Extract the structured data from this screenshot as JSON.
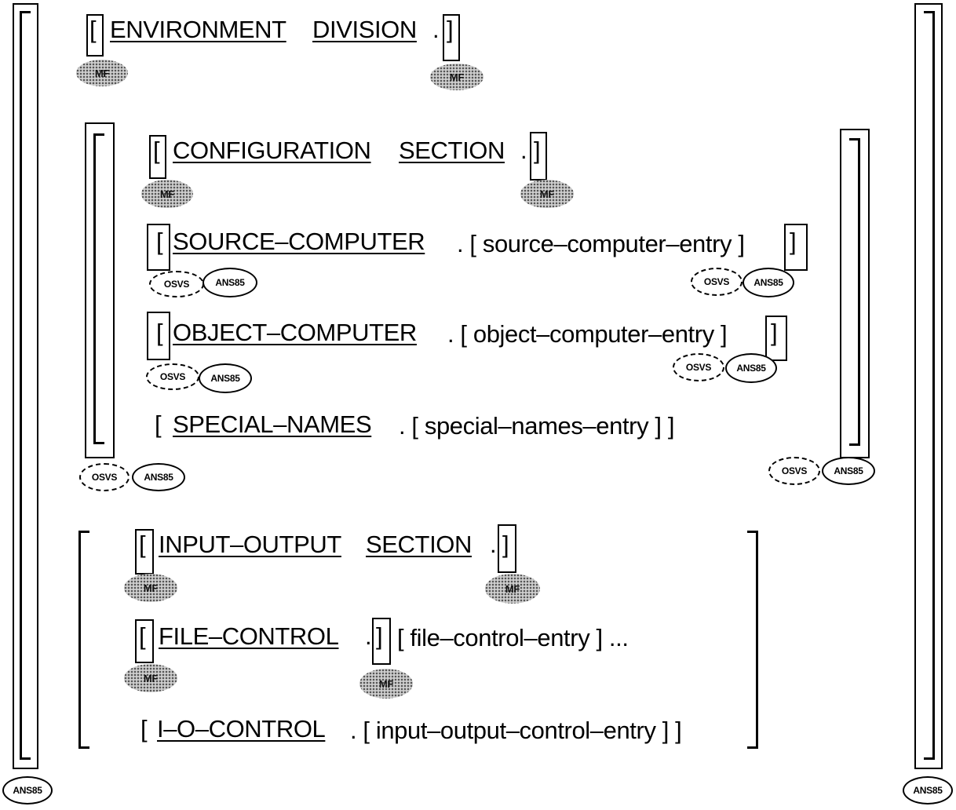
{
  "env_division": {
    "open": "[",
    "word1": "ENVIRONMENT",
    "word2": "DIVISION",
    "period": ".",
    "close": "]"
  },
  "config_section": {
    "open": "[",
    "word1": "CONFIGURATION",
    "word2": "SECTION",
    "period": ".",
    "close": "]"
  },
  "source_computer": {
    "open": "[",
    "keyword": "SOURCE–COMPUTER",
    "rest": ". [ source–computer–entry ]",
    "close": "]"
  },
  "object_computer": {
    "open": "[",
    "keyword": "OBJECT–COMPUTER",
    "rest": ". [ object–computer–entry ]",
    "close": "]"
  },
  "special_names": {
    "open": "[",
    "keyword": "SPECIAL–NAMES",
    "rest": ". [ special–names–entry ] ]"
  },
  "io_section": {
    "open": "[",
    "word1": "INPUT–OUTPUT",
    "word2": "SECTION",
    "period": ".",
    "close": "]"
  },
  "file_control": {
    "open": "[",
    "keyword": "FILE–CONTROL",
    "period": ".",
    "close": "]",
    "rest": "[ file–control–entry ] ..."
  },
  "io_control": {
    "open": "[",
    "keyword": "I–O–CONTROL",
    "rest": ". [ input–output–control–entry ] ]"
  },
  "badges": {
    "mf": "MF",
    "osvs": "OSVS",
    "ans85": "ANS85"
  }
}
